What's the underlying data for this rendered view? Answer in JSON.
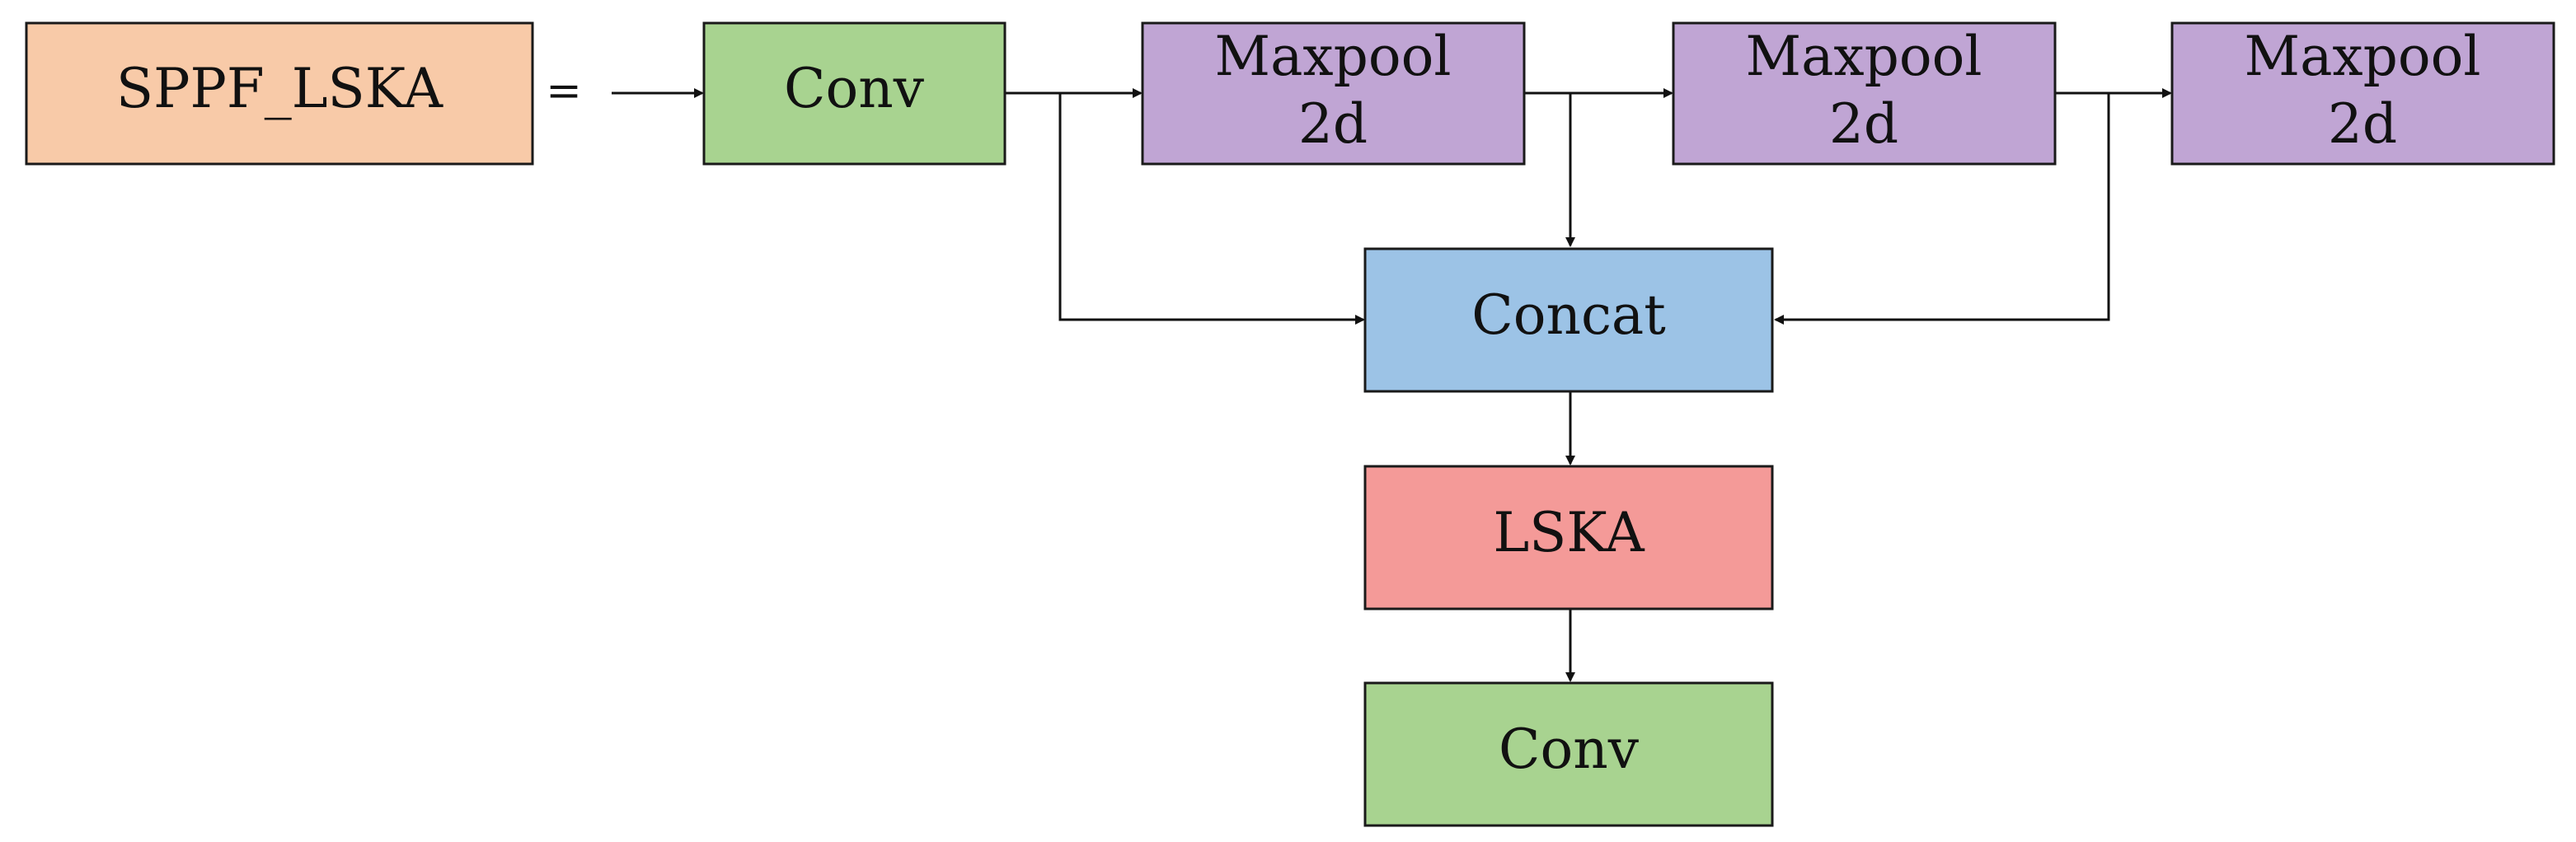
{
  "diagram": {
    "equals": "=",
    "nodes": [
      {
        "id": "sppf",
        "lines": [
          "SPPF_LSKA"
        ],
        "color": "#f8caa8"
      },
      {
        "id": "conv1",
        "lines": [
          "Conv"
        ],
        "color": "#a8d390"
      },
      {
        "id": "maxpool1",
        "lines": [
          "Maxpool",
          "2d"
        ],
        "color": "#c0a5d4"
      },
      {
        "id": "maxpool2",
        "lines": [
          "Maxpool",
          "2d"
        ],
        "color": "#c0a5d4"
      },
      {
        "id": "maxpool3",
        "lines": [
          "Maxpool",
          "2d"
        ],
        "color": "#c0a5d4"
      },
      {
        "id": "concat",
        "lines": [
          "Concat"
        ],
        "color": "#9cc3e6"
      },
      {
        "id": "lska",
        "lines": [
          "LSKA"
        ],
        "color": "#f49a98"
      },
      {
        "id": "conv2",
        "lines": [
          "Conv"
        ],
        "color": "#a8d390"
      }
    ],
    "edges": [
      {
        "from": "input",
        "to": "conv1"
      },
      {
        "from": "conv1",
        "to": "maxpool1"
      },
      {
        "from": "maxpool1",
        "to": "maxpool2"
      },
      {
        "from": "maxpool2",
        "to": "maxpool3"
      },
      {
        "from": "conv1",
        "to": "concat"
      },
      {
        "from": "maxpool1",
        "to": "concat"
      },
      {
        "from": "maxpool2",
        "to": "concat"
      },
      {
        "from": "concat",
        "to": "lska"
      },
      {
        "from": "lska",
        "to": "conv2"
      }
    ]
  }
}
